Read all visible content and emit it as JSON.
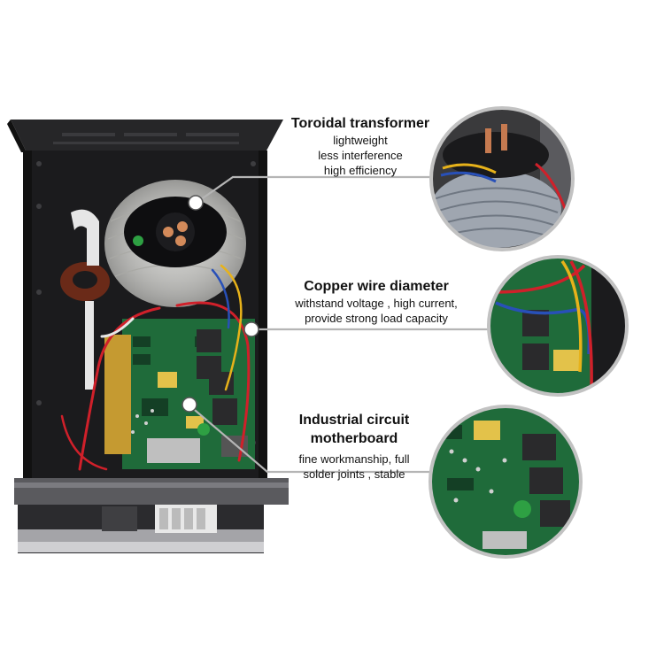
{
  "callouts": [
    {
      "title": "Toroidal transformer",
      "lines": [
        "lightweight",
        "less interference",
        "high efficiency"
      ]
    },
    {
      "title": "Copper wire diameter",
      "lines": [
        "withstand voltage , high current,",
        "provide strong load capacity"
      ]
    },
    {
      "title_lines": [
        "Industrial circuit",
        "motherboard"
      ],
      "lines": [
        "fine workmanship, full",
        "solder joints , stable"
      ]
    }
  ],
  "colors": {
    "chassis": "#1b1b1d",
    "pcb": "#1f6b3a",
    "leader_line": "#b5b5b5",
    "text": "#111111"
  },
  "icons": [
    "transformer-photo",
    "copper-wire-photo",
    "circuit-board-photo"
  ]
}
